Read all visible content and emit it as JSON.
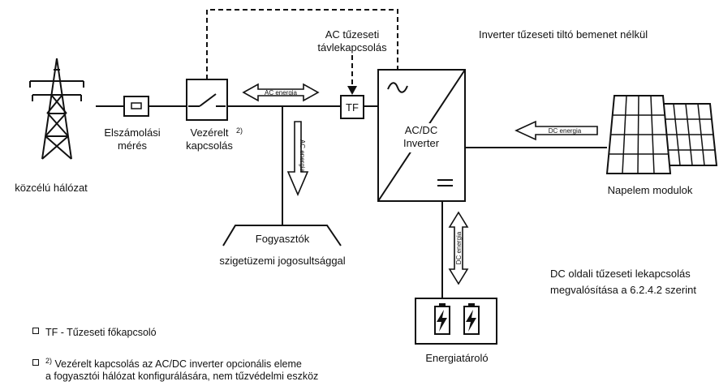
{
  "labels": {
    "grid": "közcélú hálózat",
    "meter_1": "Elszámolási",
    "meter_2": "mérés",
    "controlled_1": "Vezérelt",
    "controlled_sup": "2)",
    "controlled_2": "kapcsolás",
    "ac_remote_1": "AC tűzeseti",
    "ac_remote_2": "távlekapcsolás",
    "inverter_note": "Inverter tűzeseti tiltó bemenet nélkül",
    "tf": "TF",
    "inverter_1": "AC/DC",
    "inverter_2": "Inverter",
    "consumers_1": "Fogyasztók",
    "consumers_2": "szigetüzemi jogosultsággal",
    "pv": "Napelem modulok",
    "storage": "Energiatároló",
    "dc_note_1": "DC oldali tűzeseti lekapcsolás",
    "dc_note_2": "megvalósítása a 6.2.4.2 szerint",
    "ac_energy_h": "AC energia",
    "ac_energy_v": "AC energia",
    "dc_energy_h": "DC energia",
    "dc_energy_v": "DC energia"
  },
  "legend": {
    "item1": "TF - Tűzeseti főkapcsoló",
    "item2_sup": "2)",
    "item2_line1": "Vezérelt kapcsolás az AC/DC inverter opcionális eleme",
    "item2_line2": "a fogyasztói hálózat konfigurálására, nem tűzvédelmi eszköz"
  }
}
